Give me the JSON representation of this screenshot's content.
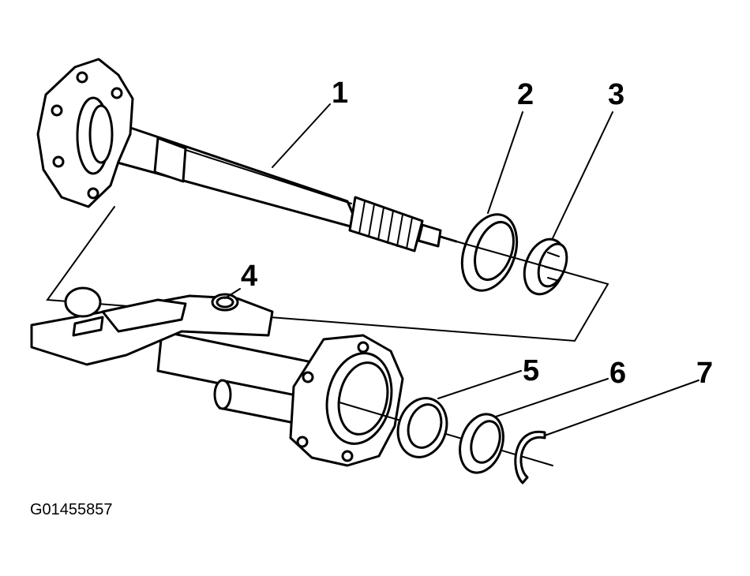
{
  "callouts": [
    {
      "number": "1",
      "part": "axle-shaft"
    },
    {
      "number": "2",
      "part": "seal"
    },
    {
      "number": "3",
      "part": "bearing"
    },
    {
      "number": "4",
      "part": "axle-housing"
    },
    {
      "number": "5",
      "part": "shim"
    },
    {
      "number": "6",
      "part": "seal"
    },
    {
      "number": "7",
      "part": "snap-ring"
    }
  ],
  "figure_id": "G01455857"
}
